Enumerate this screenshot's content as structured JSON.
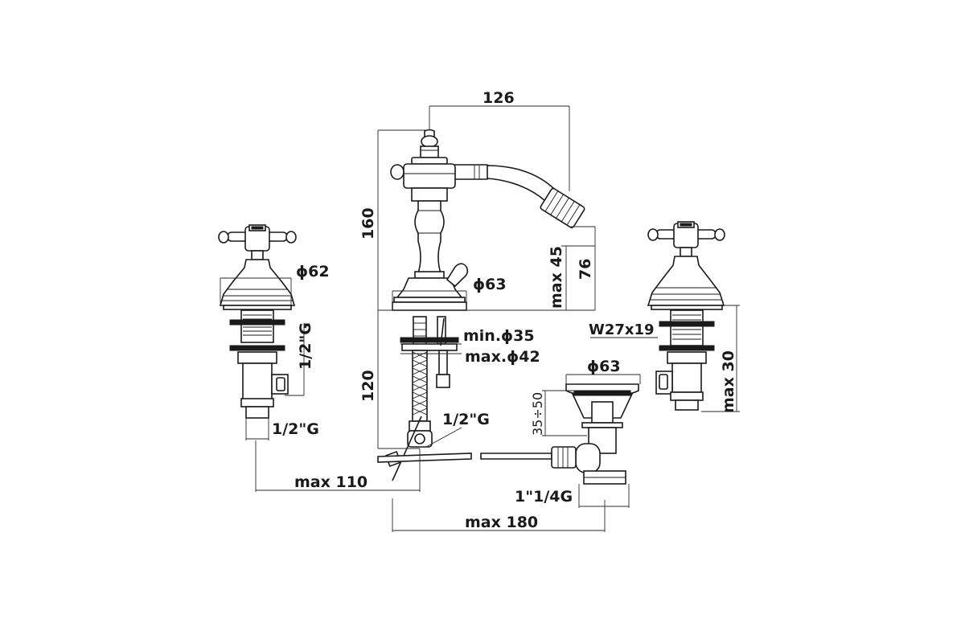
{
  "dimensions": {
    "width_126": "126",
    "height_160": "160",
    "height_120": "120",
    "max_45": "max 45",
    "height_76": "76",
    "dia_62": "ϕ62",
    "dia_63_mixer": "ϕ63",
    "dia_63_waste": "ϕ63",
    "min_hole": "min.ϕ35",
    "max_hole": "max.ϕ42",
    "thread_w27": "W27x19",
    "max_30": "max 30",
    "thread_left_vertical": "1/2\"G",
    "thread_left_bottom": "1/2\"G",
    "thread_hose": "1/2\"G",
    "waste_range": "35÷50",
    "waste_thread": "1\"1/4G",
    "max_110": "max 110",
    "max_180": "max 180"
  }
}
